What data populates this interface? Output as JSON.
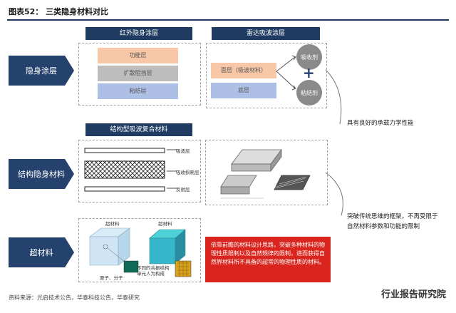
{
  "title": "图表52：  三类隐身材料对比",
  "headers": {
    "infrared": "红外隐身涂层",
    "radar": "雷达吸波涂层",
    "structural": "结构型吸波复合材料"
  },
  "categories": {
    "coating": "隐身涂层",
    "structural": "结构隐身材料",
    "meta": "超材料"
  },
  "infrared_layers": [
    "功能层",
    "扩散阻挡层",
    "粘结层"
  ],
  "radar": {
    "face": "面层（吸波材料）",
    "base": "底层",
    "agent1": "吸收剂",
    "agent2": "粘结剂",
    "plus": "+"
  },
  "structural_labels": {
    "wave": "吸波层",
    "absorb": "吸收损耗层",
    "reflect": "反射层"
  },
  "notes": {
    "load": "具有良好的承载力学性能",
    "meta": "突破传统思维的框架，不再受限于自然材料参数和功能的限制"
  },
  "meta": {
    "label1": "超材料",
    "label2": "超材料",
    "atom": "原子、分子",
    "units": "不同的共振结构单元人为构成",
    "red_text": "依靠前瞻的材料设计思路，突破多种材料的物理性质限制以及自然规律的限制，进而获得自然界材料所不具备的超常的物理性质的材料。"
  },
  "footer": "资料来源：光启技术公告，华泰科技公告，华泰研究",
  "watermark": "行业报告研究院",
  "colors": {
    "header": "#1f3b61",
    "arrow": "#24426d",
    "layer1": "#f7c7a8",
    "layer2": "#bdbdbd",
    "layer3": "#aebfe6",
    "red": "#d9251d"
  }
}
